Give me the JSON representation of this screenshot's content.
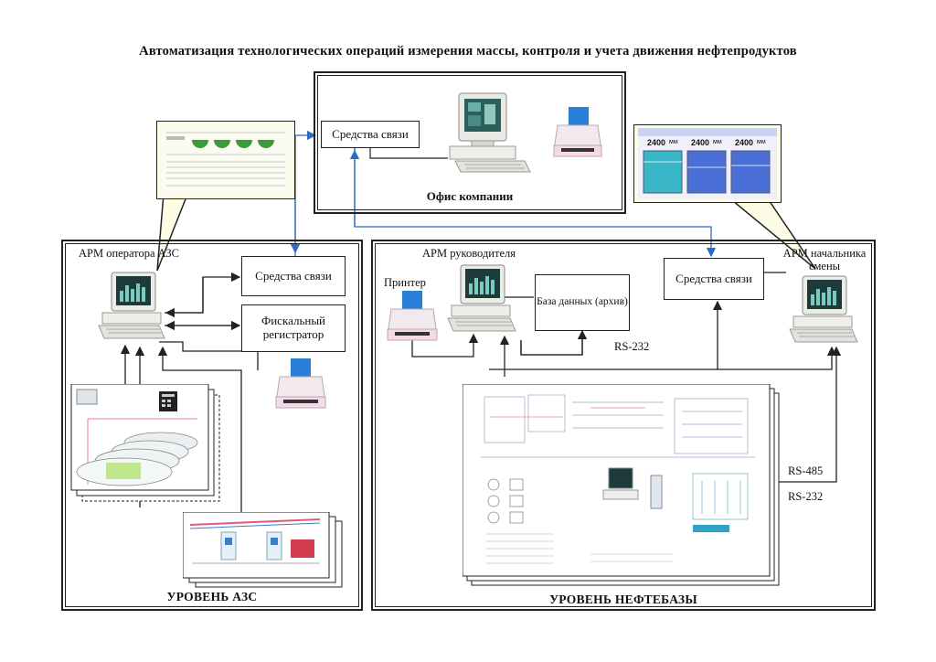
{
  "title": "Автоматизация технологических операций измерения массы, контроля и учета движения нефтепродуктов",
  "office": {
    "comm_label": "Средства связи",
    "caption": "Офис компании"
  },
  "azs": {
    "operator_label": "АРМ оператора АЗС",
    "comm_label": "Средства связи",
    "fiscal_label": "Фискальный регистратор",
    "level_label": "УРОВЕНЬ АЗС"
  },
  "depot": {
    "manager_label": "АРМ руководителя",
    "printer_label": "Принтер",
    "db_label": "База данных (архив)",
    "comm_label": "Средства связи",
    "shift_label": "АРМ начальника смены",
    "rs232_top": "RS-232",
    "rs485": "RS-485",
    "rs232_bottom": "RS-232",
    "level_label": "УРОВЕНЬ НЕФТЕБАЗЫ"
  },
  "tank_screen": {
    "tanks": [
      {
        "value": "2400",
        "unit": "мм"
      },
      {
        "value": "2400",
        "unit": "мм"
      },
      {
        "value": "2400",
        "unit": "мм"
      }
    ]
  },
  "colors": {
    "link": "#2b6cc4",
    "screen_green": "#3a9b3a",
    "tank_blue": "#4a6fd6",
    "tank_cyan": "#39b7c9"
  }
}
